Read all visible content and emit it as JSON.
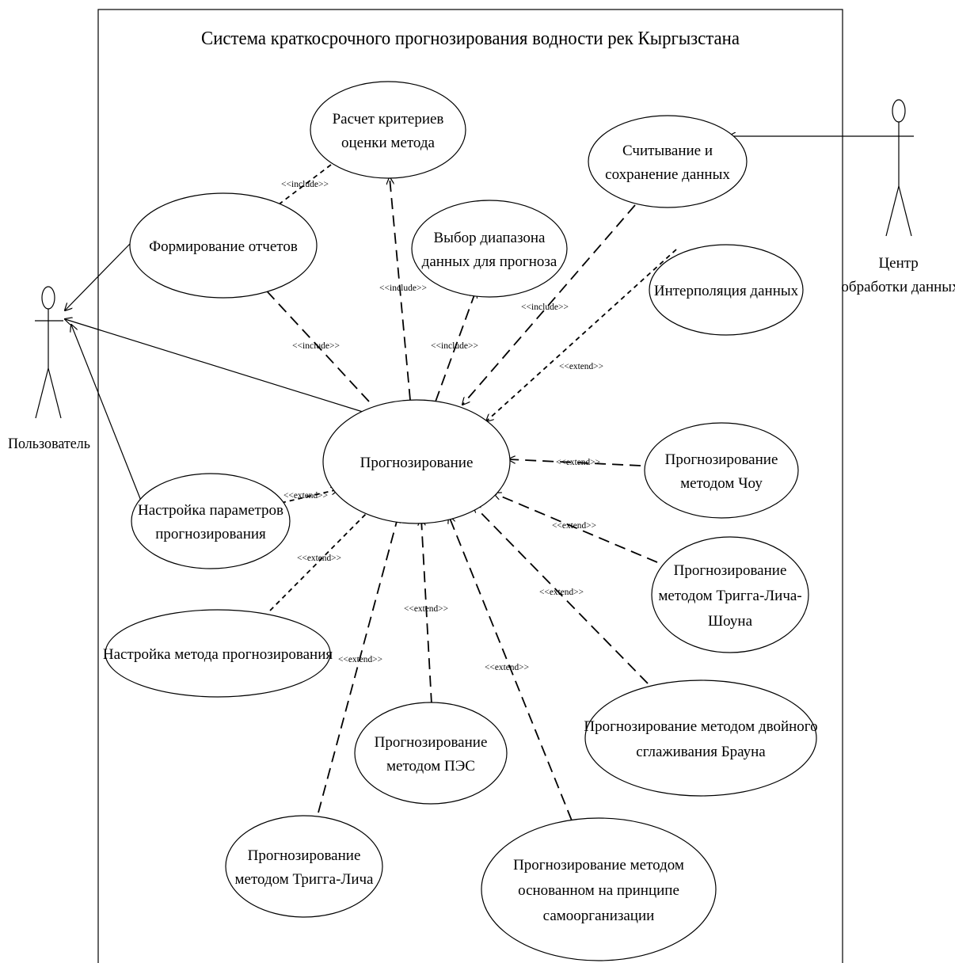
{
  "system": {
    "title": "Система краткосрочного прогнозирования водности рек Кыргызстана"
  },
  "actors": {
    "user": {
      "label_lines": [
        "Пользователь"
      ]
    },
    "center": {
      "label_lines": [
        "Центр",
        "обработки данных"
      ]
    }
  },
  "use_cases": {
    "forecast": {
      "lines": [
        "Прогнозирование"
      ]
    },
    "reports": {
      "lines": [
        "Формирование отчетов"
      ]
    },
    "criteria": {
      "lines": [
        "Расчет критериев",
        "оценки метода"
      ]
    },
    "range": {
      "lines": [
        "Выбор диапазона",
        "данных для прогноза"
      ]
    },
    "reading": {
      "lines": [
        "Считывание и",
        "сохранение данных"
      ]
    },
    "interp": {
      "lines": [
        "Интерполяция данных"
      ]
    },
    "params": {
      "lines": [
        "Настройка параметров",
        "прогнозирования"
      ]
    },
    "chou": {
      "lines": [
        "Прогнозирование",
        "методом Чоу"
      ]
    },
    "tls": {
      "lines": [
        "Прогнозирование",
        "методом Тригга-Лича-",
        "Шоуна"
      ]
    },
    "method": {
      "lines": [
        "Настройка метода прогнозирования"
      ]
    },
    "brown": {
      "lines": [
        "Прогнозирование методом двойного",
        "сглаживания Брауна"
      ]
    },
    "pes": {
      "lines": [
        "Прогнозирование",
        "методом ПЭС"
      ]
    },
    "tl": {
      "lines": [
        "Прогнозирование",
        "методом Тригга-Лича"
      ]
    },
    "self": {
      "lines": [
        "Прогнозирование методом",
        "основанном на принципе",
        "самоорганизации"
      ]
    }
  },
  "stereotypes": {
    "include": "<<include>>",
    "extend": "<<extend>>"
  }
}
